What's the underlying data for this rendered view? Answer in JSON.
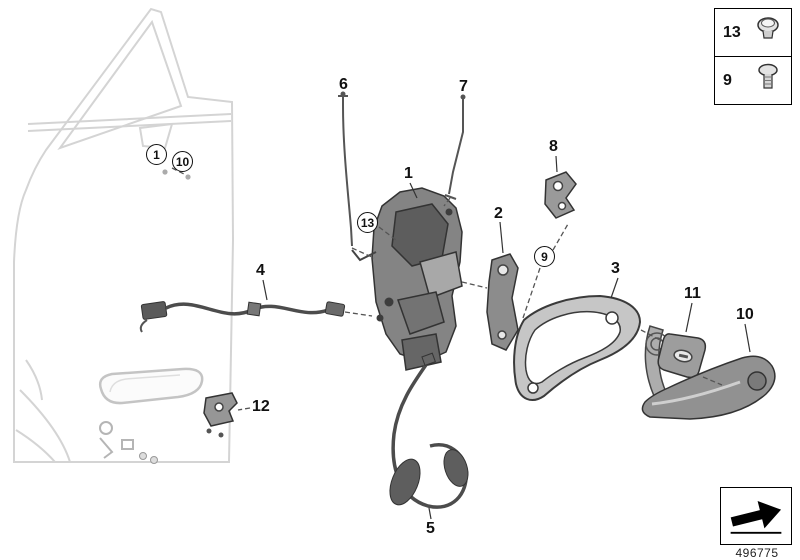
{
  "diagram": {
    "kind": "parts-diagram",
    "footer": {
      "part_number": "496775"
    },
    "colors": {
      "line_light": "#d2d2d2",
      "line_dark": "#333333",
      "fill_mid": "#8c8c8c",
      "accent": "#000000"
    },
    "icons": {
      "legend_top": "dome-screw-icon",
      "legend_bottom": "pan-screw-icon",
      "footer": "direction-arrow-icon"
    },
    "callouts": {
      "c1_door": "1",
      "c10_door": "10",
      "n6": "6",
      "n7": "7",
      "n1": "1",
      "c13": "13",
      "n2": "2",
      "n8": "8",
      "c9": "9",
      "n3": "3",
      "n11": "11",
      "n10": "10",
      "n4": "4",
      "n12": "12",
      "n5": "5"
    },
    "legend": {
      "screw_13": "13",
      "screw_9": "9"
    }
  }
}
